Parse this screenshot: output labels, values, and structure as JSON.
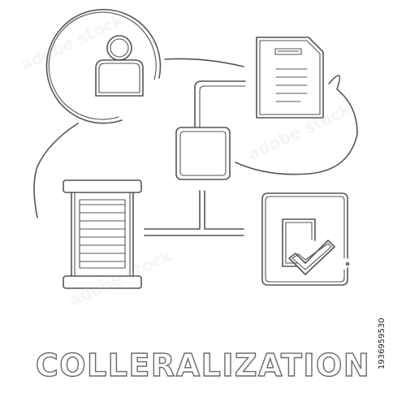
{
  "caption": "COLLERALIZATION",
  "stock_id": "1936959530",
  "watermark": "adobe stock",
  "colors": {
    "line": "#555555",
    "background": "#ffffff"
  },
  "icons": [
    "user-circle-icon",
    "document-icon",
    "square-node-icon",
    "document-stack-icon",
    "checked-document-icon"
  ]
}
